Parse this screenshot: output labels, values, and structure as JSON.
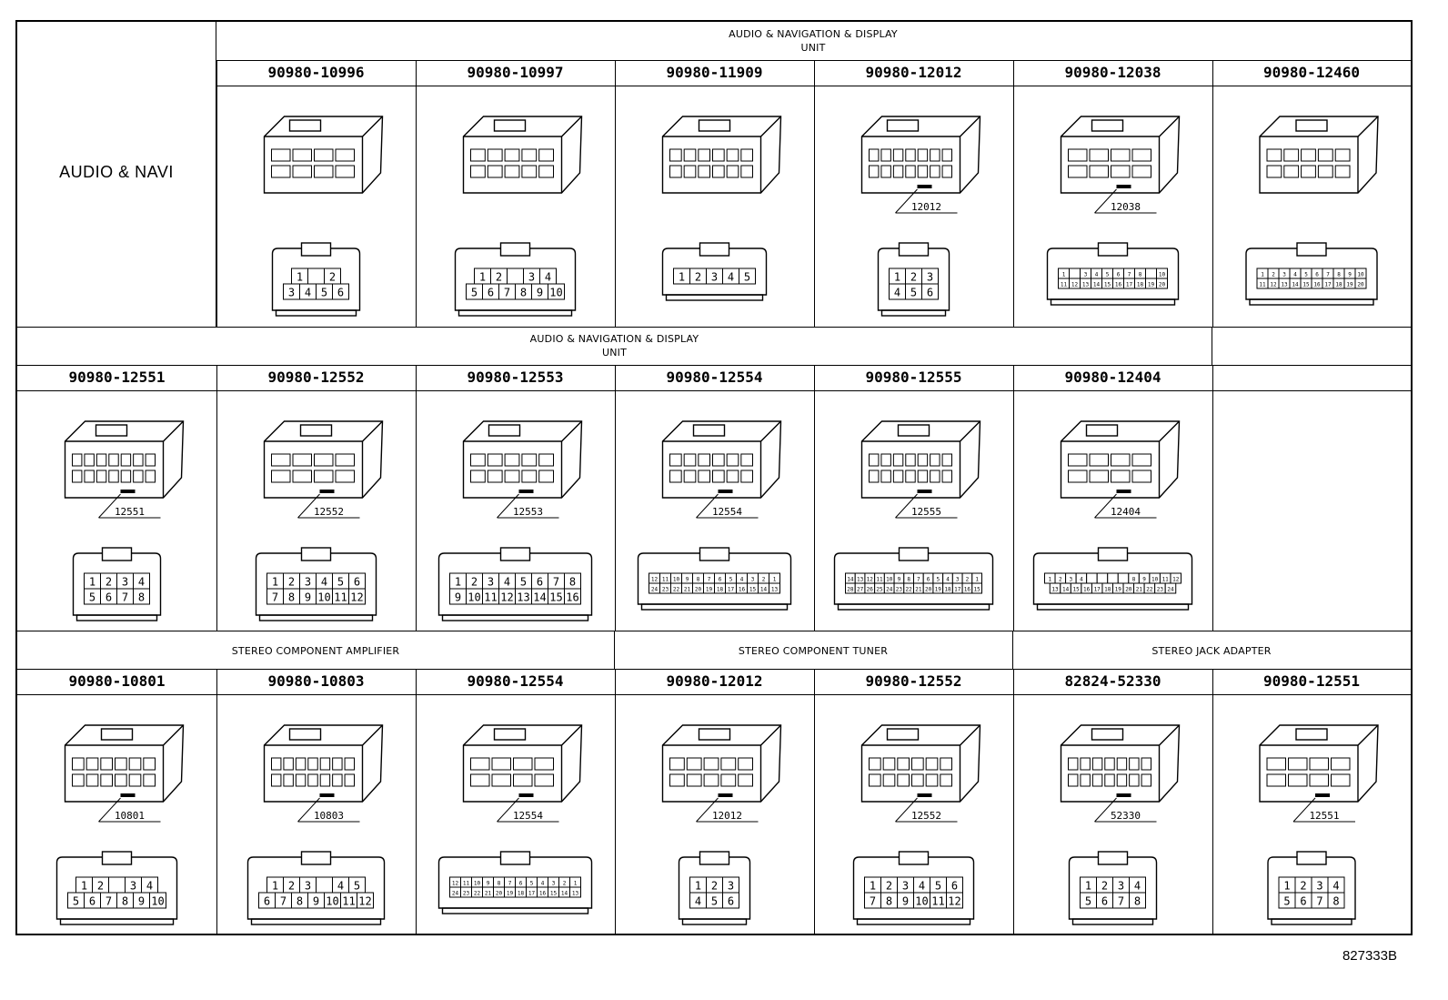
{
  "row_label": "AUDIO & NAVI",
  "sections": [
    {
      "title_lines": [
        "AUDIO & NAVIGATION & DISPLAY",
        "UNIT"
      ],
      "connectors": [
        {
          "part": "90980-10996",
          "callout": "",
          "pins": [
            [
              "1",
              "",
              "2"
            ],
            [
              "3",
              "4",
              "5",
              "6"
            ]
          ]
        },
        {
          "part": "90980-10997",
          "callout": "",
          "pins": [
            [
              "1",
              "2",
              "",
              "3",
              "4"
            ],
            [
              "5",
              "6",
              "7",
              "8",
              "9",
              "10"
            ]
          ]
        },
        {
          "part": "90980-11909",
          "callout": "",
          "pins": [
            [
              "1",
              "2",
              "3",
              "4",
              "5"
            ]
          ]
        },
        {
          "part": "90980-12012",
          "callout": "12012",
          "pins": [
            [
              "1",
              "2",
              "3"
            ],
            [
              "4",
              "5",
              "6"
            ]
          ]
        },
        {
          "part": "90980-12038",
          "callout": "12038",
          "pins": [
            [
              "1",
              "",
              "3",
              "4",
              "5",
              "6",
              "7",
              "8",
              "",
              "10"
            ],
            [
              "11",
              "12",
              "13",
              "14",
              "15",
              "16",
              "17",
              "18",
              "19",
              "20"
            ]
          ]
        },
        {
          "part": "90980-12460",
          "callout": "",
          "pins": [
            [
              "1",
              "2",
              "3",
              "4",
              "5",
              "6",
              "7",
              "8",
              "9",
              "10"
            ],
            [
              "11",
              "12",
              "13",
              "14",
              "15",
              "16",
              "17",
              "18",
              "19",
              "20"
            ]
          ]
        }
      ]
    },
    {
      "title_lines": [
        "AUDIO & NAVIGATION & DISPLAY",
        "UNIT"
      ],
      "connectors": [
        {
          "part": "90980-12551",
          "callout": "12551",
          "pins": [
            [
              "1",
              "2",
              "3",
              "4"
            ],
            [
              "5",
              "6",
              "7",
              "8"
            ]
          ]
        },
        {
          "part": "90980-12552",
          "callout": "12552",
          "pins": [
            [
              "1",
              "2",
              "3",
              "4",
              "5",
              "6"
            ],
            [
              "7",
              "8",
              "9",
              "10",
              "11",
              "12"
            ]
          ]
        },
        {
          "part": "90980-12553",
          "callout": "12553",
          "pins": [
            [
              "1",
              "2",
              "3",
              "4",
              "5",
              "6",
              "7",
              "8"
            ],
            [
              "9",
              "10",
              "11",
              "12",
              "13",
              "14",
              "15",
              "16"
            ]
          ]
        },
        {
          "part": "90980-12554",
          "callout": "12554",
          "pins": [
            [
              "12",
              "11",
              "10",
              "9",
              "8",
              "7",
              "6",
              "5",
              "4",
              "3",
              "2",
              "1"
            ],
            [
              "24",
              "23",
              "22",
              "21",
              "20",
              "19",
              "18",
              "17",
              "16",
              "15",
              "14",
              "13"
            ]
          ]
        },
        {
          "part": "90980-12555",
          "callout": "12555",
          "pins": [
            [
              "14",
              "13",
              "12",
              "11",
              "10",
              "9",
              "8",
              "7",
              "6",
              "5",
              "4",
              "3",
              "2",
              "1"
            ],
            [
              "28",
              "27",
              "26",
              "25",
              "24",
              "23",
              "22",
              "21",
              "20",
              "19",
              "18",
              "17",
              "16",
              "15"
            ]
          ]
        },
        {
          "part": "90980-12404",
          "callout": "12404",
          "pins": [
            [
              "1",
              "2",
              "3",
              "4",
              "",
              "",
              "",
              "",
              "8",
              "9",
              "10",
              "11",
              "12"
            ],
            [
              "13",
              "14",
              "15",
              "16",
              "17",
              "18",
              "19",
              "20",
              "21",
              "22",
              "23",
              "24"
            ]
          ]
        }
      ]
    },
    {
      "groups": [
        {
          "title": "STEREO COMPONENT AMPLIFIER"
        },
        {
          "title": "STEREO COMPONENT TUNER"
        },
        {
          "title": "STEREO JACK ADAPTER"
        }
      ],
      "connectors": [
        {
          "part": "90980-10801",
          "callout": "10801",
          "pins": [
            [
              "1",
              "2",
              "",
              "3",
              "4"
            ],
            [
              "5",
              "6",
              "7",
              "8",
              "9",
              "10"
            ]
          ]
        },
        {
          "part": "90980-10803",
          "callout": "10803",
          "pins": [
            [
              "1",
              "2",
              "3",
              "",
              "4",
              "5"
            ],
            [
              "6",
              "7",
              "8",
              "9",
              "10",
              "11",
              "12"
            ]
          ]
        },
        {
          "part": "90980-12554",
          "callout": "12554",
          "pins": [
            [
              "12",
              "11",
              "10",
              "9",
              "8",
              "7",
              "6",
              "5",
              "4",
              "3",
              "2",
              "1"
            ],
            [
              "24",
              "23",
              "22",
              "21",
              "20",
              "19",
              "18",
              "17",
              "16",
              "15",
              "14",
              "13"
            ]
          ]
        },
        {
          "part": "90980-12012",
          "callout": "12012",
          "pins": [
            [
              "1",
              "2",
              "3"
            ],
            [
              "4",
              "5",
              "6"
            ]
          ]
        },
        {
          "part": "90980-12552",
          "callout": "12552",
          "pins": [
            [
              "1",
              "2",
              "3",
              "4",
              "5",
              "6"
            ],
            [
              "7",
              "8",
              "9",
              "10",
              "11",
              "12"
            ]
          ]
        },
        {
          "part": "82824-52330",
          "callout": "52330",
          "pins": [
            [
              "1",
              "2",
              "3",
              "4"
            ],
            [
              "5",
              "6",
              "7",
              "8"
            ]
          ]
        },
        {
          "part": "90980-12551",
          "callout": "12551",
          "pins": [
            [
              "1",
              "2",
              "3",
              "4"
            ],
            [
              "5",
              "6",
              "7",
              "8"
            ]
          ]
        }
      ]
    }
  ],
  "reference_code": "827333B"
}
